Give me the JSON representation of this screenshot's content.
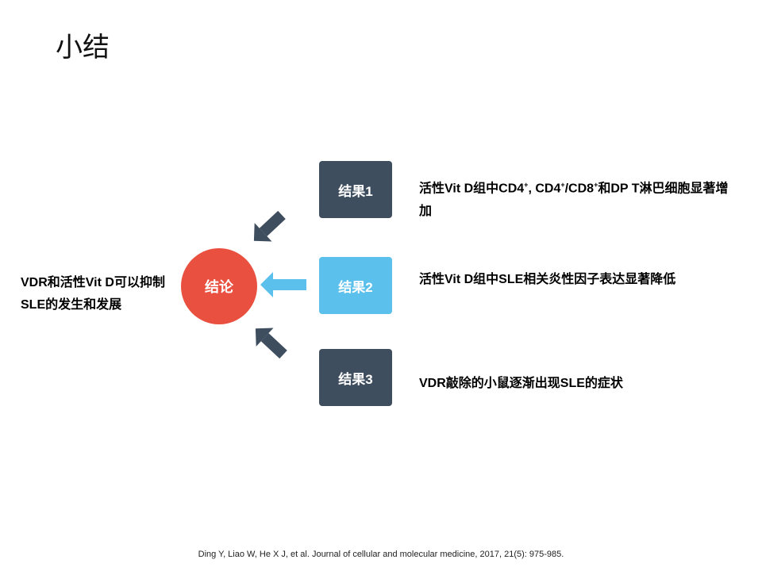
{
  "title": "小结",
  "conclusion": {
    "circle_label": "结论",
    "text": "VDR和活性Vit D可以抑制SLE的发生和发展"
  },
  "results": [
    {
      "label": "结果1",
      "text_parts": [
        "活性Vit D组中CD4",
        "+",
        ", CD4",
        "+",
        "/CD8",
        "+",
        "和DP T淋巴细胞显著增加"
      ]
    },
    {
      "label": "结果2",
      "text": "活性Vit D组中SLE相关炎性因子表达显著降低"
    },
    {
      "label": "结果3",
      "text": "VDR敲除的小鼠逐渐出现SLE的症状"
    }
  ],
  "colors": {
    "circle": "#e9503f",
    "dark_box": "#3f4e5e",
    "light_box": "#5bc0ec"
  },
  "citation": "Ding Y,  Liao W,  He X J,  et al. Journal of cellular and molecular medicine, 2017, 21(5): 975-985."
}
